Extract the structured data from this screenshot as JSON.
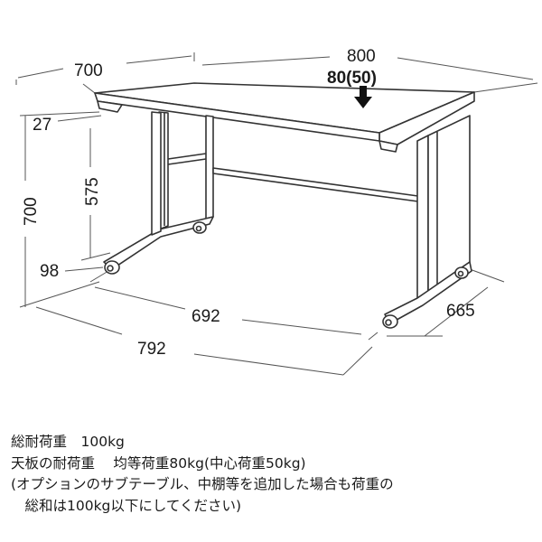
{
  "dimensions": {
    "width": "800",
    "depth": "700",
    "height": "700",
    "load_center": "80(50)",
    "top_thickness": "27",
    "leg_clearance_height": "575",
    "caster_height": "98",
    "inner_width": "692",
    "base_width": "792",
    "base_depth": "665"
  },
  "specs": {
    "line1": "総耐荷重　100kg",
    "line2": "天板の耐荷重　 均等荷重80kg(中心荷重50kg)",
    "line3": "(オプションのサブテーブル、中棚等を追加した場合も荷重の",
    "line4": "　総和は100kg以下にしてください)"
  }
}
